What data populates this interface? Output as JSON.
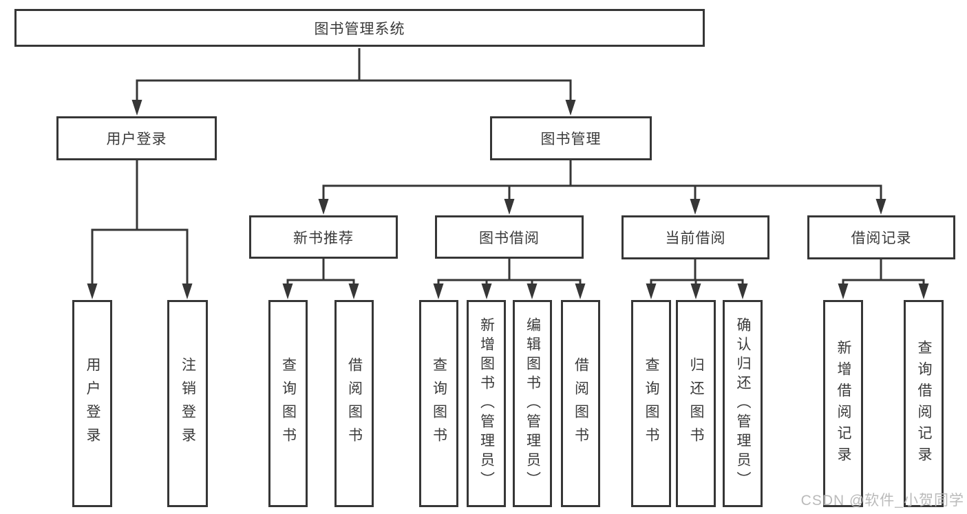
{
  "diagram": {
    "root": {
      "label": "图书管理系统"
    },
    "branches": [
      {
        "label": "用户登录",
        "children": [
          {
            "label": "用户登录"
          },
          {
            "label": "注销登录"
          }
        ]
      },
      {
        "label": "图书管理",
        "children": [
          {
            "label": "新书推荐",
            "children": [
              {
                "label": "查询图书"
              },
              {
                "label": "借阅图书"
              }
            ]
          },
          {
            "label": "图书借阅",
            "children": [
              {
                "label": "查询图书"
              },
              {
                "label": "新增图书（管理员）"
              },
              {
                "label": "编辑图书（管理员）"
              },
              {
                "label": "借阅图书"
              }
            ]
          },
          {
            "label": "当前借阅",
            "children": [
              {
                "label": "查询图书"
              },
              {
                "label": "归还图书"
              },
              {
                "label": "确认归还（管理员）"
              }
            ]
          },
          {
            "label": "借阅记录",
            "children": [
              {
                "label": "新增借阅记录"
              },
              {
                "label": "查询借阅记录"
              }
            ]
          }
        ]
      }
    ]
  },
  "watermark": {
    "text": "CSDN @软件_小贺同学"
  },
  "colors": {
    "line": "#363636",
    "text": "#3a3a3a",
    "background": "#ffffff",
    "watermark": "#b6b6b6"
  }
}
